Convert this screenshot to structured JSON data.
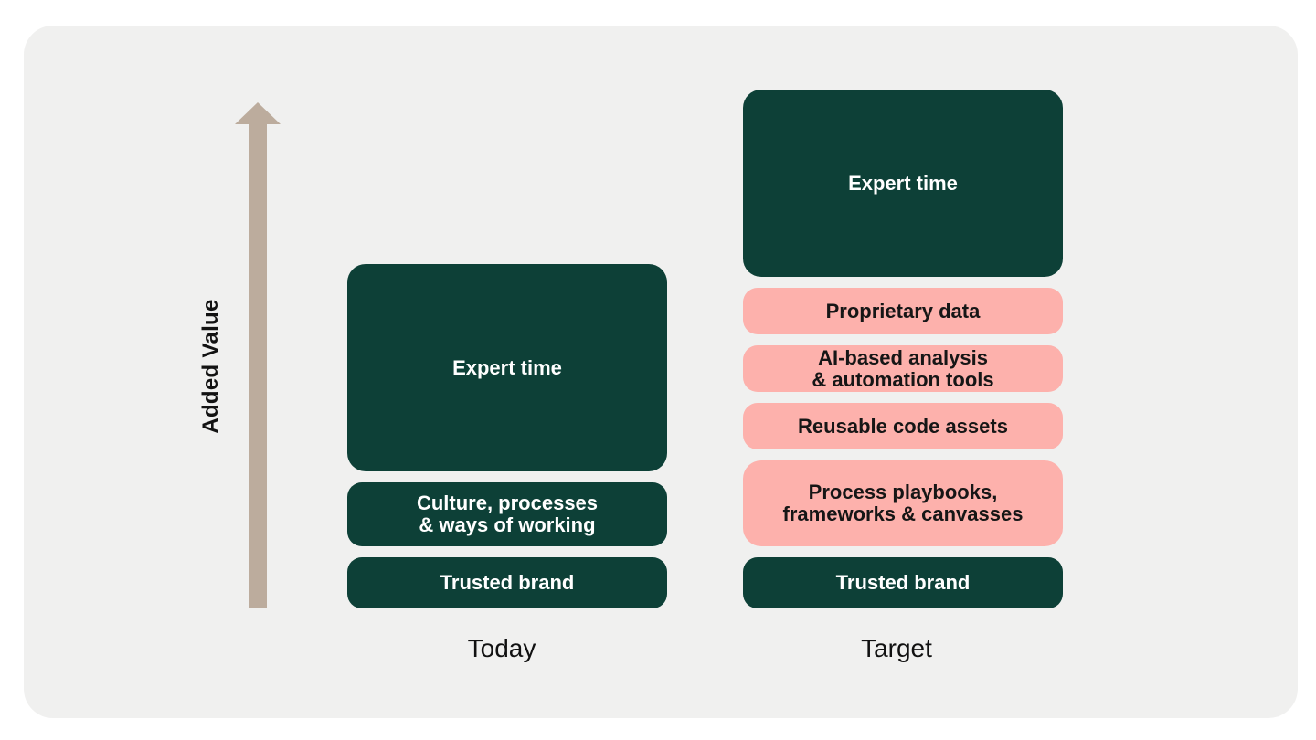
{
  "diagram": {
    "axis_label": "Added Value",
    "colors": {
      "dark_green": "#0d4037",
      "pink": "#fdb1ac",
      "arrow_tan": "#bcac9d",
      "card_background": "#f0f0ef",
      "page_background": "#ffffff",
      "text_on_green": "#ffffff",
      "text_on_pink": "#161616"
    },
    "columns": [
      {
        "label": "Today",
        "boxes": [
          {
            "text": "Expert time"
          },
          {
            "text": "Culture, processes\n& ways of working"
          },
          {
            "text": "Trusted brand"
          }
        ]
      },
      {
        "label": "Target",
        "boxes": [
          {
            "text": "Expert time"
          },
          {
            "text": "Proprietary data"
          },
          {
            "text": "AI-based analysis\n& automation tools"
          },
          {
            "text": "Reusable code assets"
          },
          {
            "text": "Process playbooks,\nframeworks & canvasses"
          },
          {
            "text": "Trusted brand"
          }
        ]
      }
    ]
  }
}
